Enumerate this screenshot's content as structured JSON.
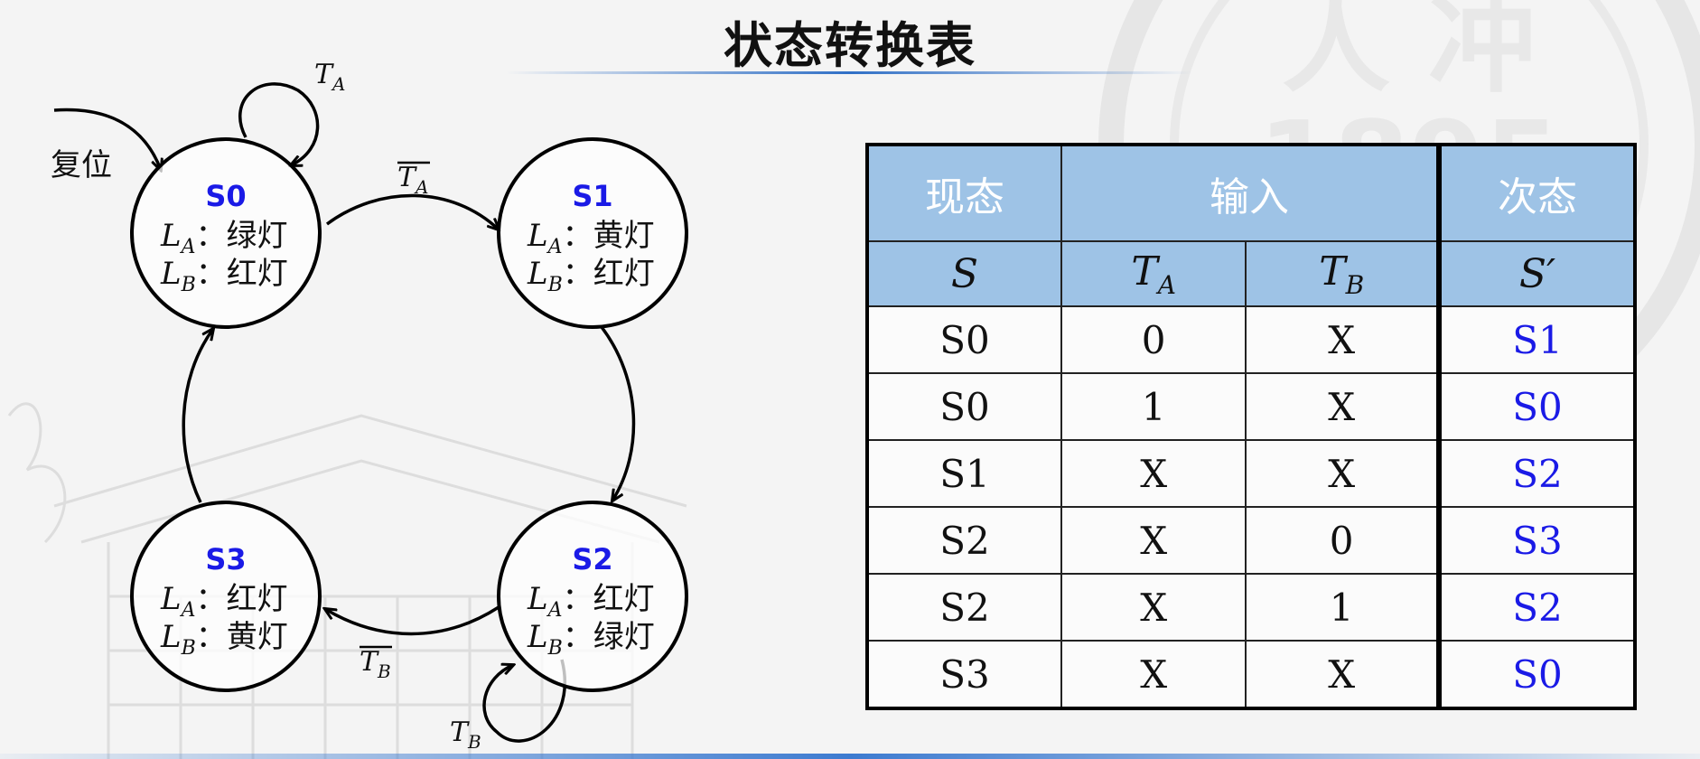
{
  "title": "状态转换表",
  "diagram": {
    "reset_label": "复位",
    "light_labels": {
      "la": "L",
      "la_sub": "A",
      "lb": "L",
      "lb_sub": "B",
      "sep": "："
    },
    "states": [
      {
        "name": "S0",
        "la_value": "绿灯",
        "lb_value": "红灯"
      },
      {
        "name": "S1",
        "la_value": "黄灯",
        "lb_value": "红灯"
      },
      {
        "name": "S2",
        "la_value": "红灯",
        "lb_value": "绿灯"
      },
      {
        "name": "S3",
        "la_value": "红灯",
        "lb_value": "黄灯"
      }
    ],
    "edge_labels": {
      "s0_self": {
        "main": "T",
        "sub": "A"
      },
      "s0_to_s1": {
        "main": "T",
        "sub": "A"
      },
      "s2_to_s3": {
        "main": "T",
        "sub": "B"
      },
      "s2_self": {
        "main": "T",
        "sub": "B"
      }
    }
  },
  "table": {
    "group_headers": {
      "present": "现态",
      "inputs": "输入",
      "next": "次态"
    },
    "symbol_headers": {
      "s": "S",
      "ta": "T",
      "ta_sub": "A",
      "tb": "T",
      "tb_sub": "B",
      "s_next": "S′"
    },
    "rows": [
      {
        "s": "S0",
        "ta": "0",
        "tb": "X",
        "next": "S1"
      },
      {
        "s": "S0",
        "ta": "1",
        "tb": "X",
        "next": "S0"
      },
      {
        "s": "S1",
        "ta": "X",
        "tb": "X",
        "next": "S2"
      },
      {
        "s": "S2",
        "ta": "X",
        "tb": "0",
        "next": "S3"
      },
      {
        "s": "S2",
        "ta": "X",
        "tb": "1",
        "next": "S2"
      },
      {
        "s": "S3",
        "ta": "X",
        "tb": "X",
        "next": "S0"
      }
    ]
  }
}
